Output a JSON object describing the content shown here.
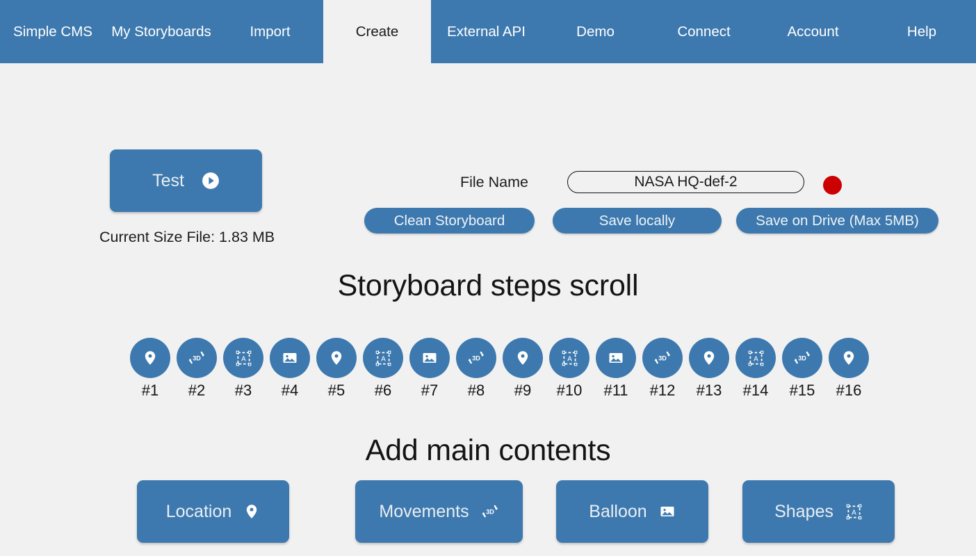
{
  "app": {
    "background": "#f1f1f1",
    "accent": "#3d79ae",
    "status_color": "#cc0000"
  },
  "navbar": {
    "items": [
      {
        "label": "Simple CMS",
        "active": false,
        "icon": "nav-item-icon"
      },
      {
        "label": "My Storyboards",
        "active": false,
        "icon": "nav-item-icon"
      },
      {
        "label": "Import",
        "active": false,
        "icon": "nav-item-icon"
      },
      {
        "label": "Create",
        "active": true,
        "icon": "nav-item-icon"
      },
      {
        "label": "External API",
        "active": false,
        "icon": "nav-item-icon"
      },
      {
        "label": "Demo",
        "active": false,
        "icon": "nav-item-icon"
      },
      {
        "label": "Connect",
        "active": false,
        "icon": "nav-item-icon"
      },
      {
        "label": "Account",
        "active": false,
        "icon": "nav-item-icon"
      },
      {
        "label": "Help",
        "active": false,
        "icon": "nav-item-icon"
      }
    ]
  },
  "toolbar": {
    "test_label": "Test",
    "test_icon": "play-circle-icon",
    "size_label": "Current Size File:  1.83 MB",
    "filename_label": "File Name",
    "filename_value": "NASA HQ-def-2",
    "filename_placeholder": "File Name",
    "status_dot_name": "recording-status-dot",
    "clean_label": "Clean Storyboard",
    "save_local_label": "Save locally",
    "save_drive_label": "Save on Drive (Max 5MB)"
  },
  "steps_section": {
    "title": "Storyboard steps scroll",
    "steps": [
      {
        "label": "#1",
        "icon": "location-pin-icon"
      },
      {
        "label": "#2",
        "icon": "rotate-3d-icon"
      },
      {
        "label": "#3",
        "icon": "shapes-text-frame-icon"
      },
      {
        "label": "#4",
        "icon": "image-icon"
      },
      {
        "label": "#5",
        "icon": "location-pin-icon"
      },
      {
        "label": "#6",
        "icon": "shapes-text-frame-icon"
      },
      {
        "label": "#7",
        "icon": "image-icon"
      },
      {
        "label": "#8",
        "icon": "rotate-3d-icon"
      },
      {
        "label": "#9",
        "icon": "location-pin-icon"
      },
      {
        "label": "#10",
        "icon": "shapes-text-frame-icon"
      },
      {
        "label": "#11",
        "icon": "image-icon"
      },
      {
        "label": "#12",
        "icon": "rotate-3d-icon"
      },
      {
        "label": "#13",
        "icon": "location-pin-icon"
      },
      {
        "label": "#14",
        "icon": "shapes-text-frame-icon"
      },
      {
        "label": "#15",
        "icon": "rotate-3d-icon"
      },
      {
        "label": "#16",
        "icon": "location-pin-icon"
      }
    ]
  },
  "contents_section": {
    "title": "Add main contents",
    "buttons": [
      {
        "label": "Location",
        "icon": "location-pin-icon"
      },
      {
        "label": "Movements",
        "icon": "rotate-3d-icon"
      },
      {
        "label": "Balloon",
        "icon": "image-icon"
      },
      {
        "label": "Shapes",
        "icon": "shapes-text-frame-icon"
      }
    ]
  }
}
